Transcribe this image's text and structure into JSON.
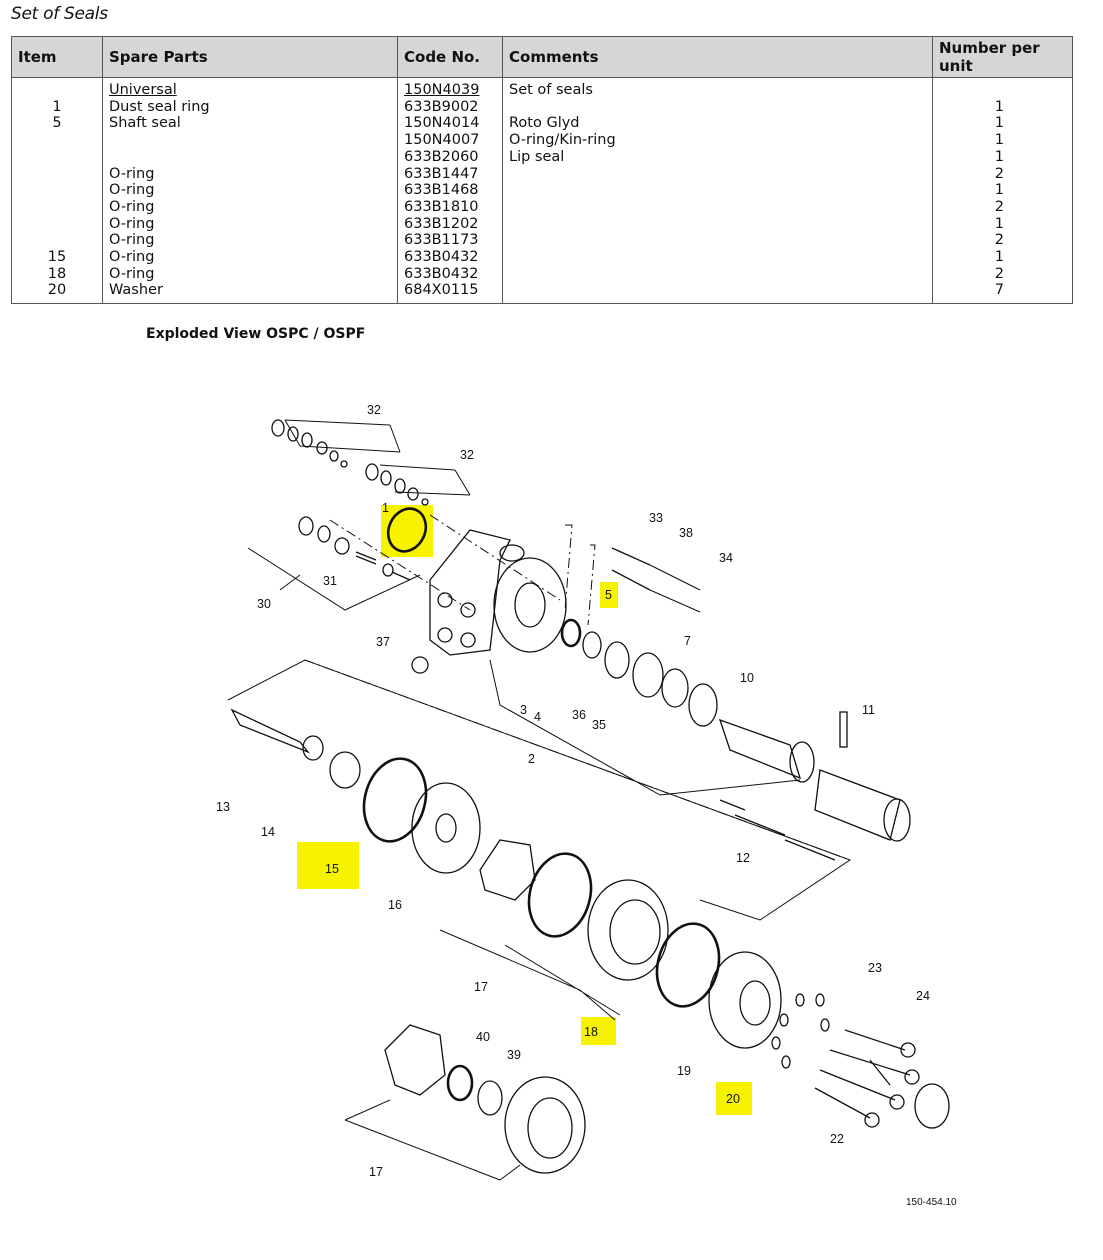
{
  "title": "Set of Seals",
  "table": {
    "headers": [
      "Item",
      "Spare Parts",
      "Code No.",
      "Comments",
      "Number per unit"
    ],
    "rows": [
      {
        "item": "",
        "part": "Universal",
        "code": "150N4039",
        "comment": "Set of seals",
        "qty": ""
      },
      {
        "item": "1",
        "part": "Dust seal ring",
        "code": "633B9002",
        "comment": "",
        "qty": "1"
      },
      {
        "item": "5",
        "part": "Shaft seal",
        "code": "150N4014",
        "comment": "Roto Glyd",
        "qty": "1"
      },
      {
        "item": "",
        "part": "",
        "code": "150N4007",
        "comment": "O-ring/Kin-ring",
        "qty": "1"
      },
      {
        "item": "",
        "part": "",
        "code": "633B2060",
        "comment": "Lip seal",
        "qty": "1"
      },
      {
        "item": "",
        "part": "O-ring",
        "code": "633B1447",
        "comment": "",
        "qty": "2"
      },
      {
        "item": "",
        "part": "O-ring",
        "code": "633B1468",
        "comment": "",
        "qty": "1"
      },
      {
        "item": "",
        "part": "O-ring",
        "code": "633B1810",
        "comment": "",
        "qty": "2"
      },
      {
        "item": "",
        "part": "O-ring",
        "code": "633B1202",
        "comment": "",
        "qty": "1"
      },
      {
        "item": "",
        "part": "O-ring",
        "code": "633B1173",
        "comment": "",
        "qty": "2"
      },
      {
        "item": "15",
        "part": "O-ring",
        "code": "633B0432",
        "comment": "",
        "qty": "1"
      },
      {
        "item": "18",
        "part": "O-ring",
        "code": "633B0432",
        "comment": "",
        "qty": "2"
      },
      {
        "item": "20",
        "part": "Washer",
        "code": "684X0115",
        "comment": "",
        "qty": "7"
      }
    ]
  },
  "diagram": {
    "title": "Exploded View OSPC / OSPF",
    "highlight_color": "#f7f300",
    "labels": [
      "32",
      "32",
      "1",
      "33",
      "38",
      "34",
      "5",
      "31",
      "30",
      "37",
      "7",
      "10",
      "11",
      "3",
      "4",
      "36",
      "35",
      "2",
      "13",
      "14",
      "15",
      "16",
      "12",
      "17",
      "18",
      "23",
      "24",
      "19",
      "20",
      "40",
      "39",
      "22",
      "17"
    ],
    "drawing_number": "150-454.10"
  }
}
